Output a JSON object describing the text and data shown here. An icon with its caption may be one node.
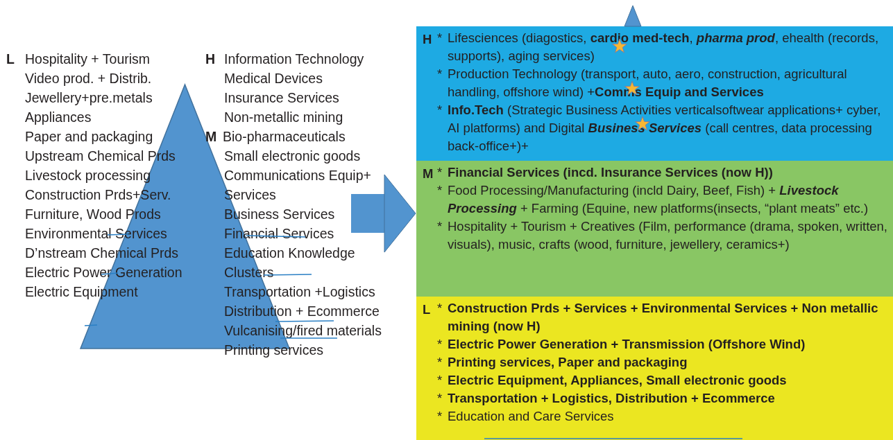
{
  "diagram": {
    "nodes": [
      {
        "text": [],
        "shape": "triangle"
      },
      {
        "text": [
          "H",
          "*",
          "Lifesciences (diagostics, **cardio med-tech**, **pharma prod**, ehealth (records, supports), aging services)",
          "*",
          "Production Technology (transport, auto, aero, construction, agricultural handling, offshore wind) +**Comms Equip and Services**",
          "*",
          "**Info.Tech** (Strategic Business Activities verticalsoftwear applications+ cyber, AI platforms) and Digital **Business Services** (call centres, data processing back-office+)+"
        ]
      },
      {
        "text": [
          "M",
          "*",
          "Financial Services (incd. Insurance Services (now H))",
          "*",
          "Food Processing/Manufacturing (incld Dairy, Beef, Fish) + **Livestock Processing** + Farming (Equine, new platforms(insects, “plant meats” etc.)",
          "*",
          "Hospitality + Tourism + Creatives (Film, performance (drama, spoken, written, visuals), music, crafts (wood, furniture, jewellery, ceramics+)"
        ]
      },
      {
        "text": [
          "L",
          "*",
          "Construction Prds + Services + Environmental Services + Non metallic mining (now H)",
          "*",
          "Electric Power Generation + Transmission (Offshore Wind)",
          "*",
          "Printing services, Paper and packaging",
          "*",
          "Electric Equipment, Appliances, Small electronic goods",
          "*",
          "Transportation + Logistics, Distribution + Ecommerce",
          "*",
          "Education and Care Services"
        ]
      }
    ],
    "edges": [
      {
        "from": null,
        "to": 2,
        "arrow": "to"
      }
    ],
    "labels": [
      "L",
      "Hospitality + Tourism",
      "Video prod. + Distrib.",
      "Jewellery+pre.metals",
      "Appliances",
      "Paper and packaging",
      "Upstream Chemical Prds",
      "Livestock processing",
      "Construction Prds+Serv.",
      "Furniture, Wood Prods",
      "Environmental Services",
      "D’nstream Chemical Prds",
      "Electric Power Generation",
      "Electric Equipment",
      "H",
      "Information Technology",
      "Medical Devices",
      "Insurance Services",
      "Non-metallic mining",
      "M",
      "Bio-pharmaceuticals",
      "Small electronic goods",
      "Communications Equip+ Services",
      "Business Services",
      "Financial Services",
      "Education Knowledge Clusters",
      "Transportation +Logistics",
      "Distribution + Ecommerce",
      "Vulcanising/fired materials",
      "Printing services"
    ]
  }
}
